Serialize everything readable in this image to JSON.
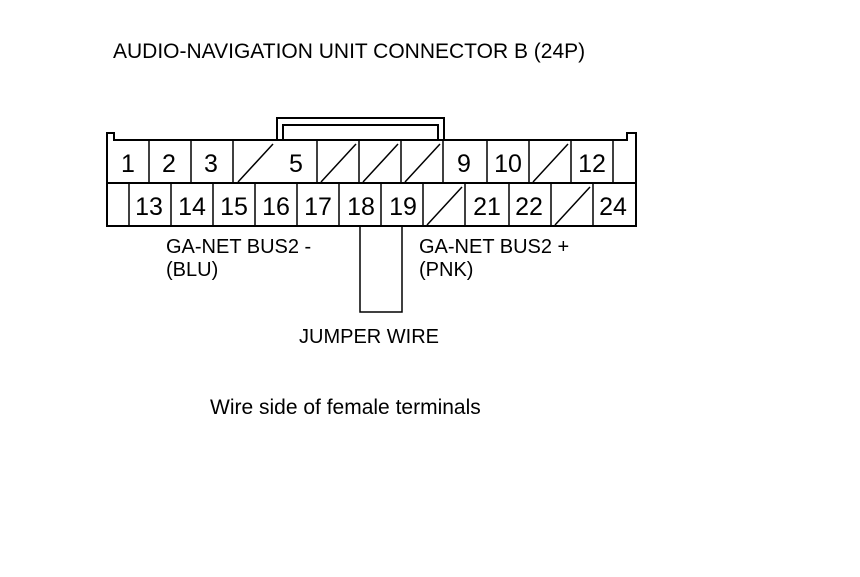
{
  "title": "AUDIO-NAVIGATION UNIT CONNECTOR B (24P)",
  "connector": {
    "top_row": [
      "1",
      "2",
      "3",
      "",
      "5",
      "",
      "",
      "",
      "9",
      "10",
      "",
      "12"
    ],
    "bottom_row": [
      "13",
      "14",
      "15",
      "16",
      "17",
      "18",
      "19",
      "",
      "21",
      "22",
      "",
      "24"
    ]
  },
  "labels": {
    "bus_minus_line1": "GA-NET BUS2 -",
    "bus_minus_line2": "(BLU)",
    "bus_plus_line1": "GA-NET BUS2 +",
    "bus_plus_line2": "(PNK)",
    "jumper": "JUMPER WIRE",
    "caption": "Wire side of female terminals"
  },
  "colors": {
    "line": "#000000",
    "text": "#000000",
    "background": "#ffffff"
  }
}
